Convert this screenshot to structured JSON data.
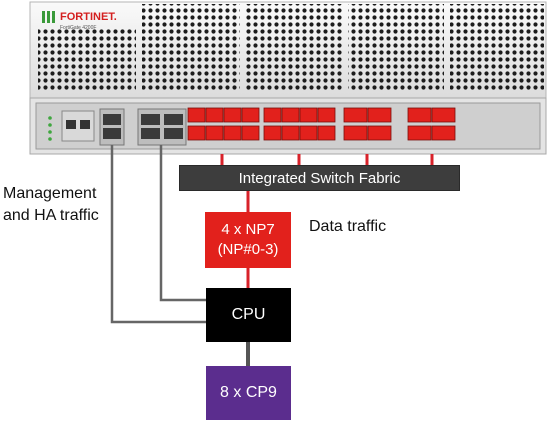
{
  "device": {
    "brand": "FORTINET.",
    "model": "FortiGate 4200F"
  },
  "blocks": {
    "switch_fabric": "Integrated Switch Fabric",
    "np7_line1": "4 x NP7",
    "np7_line2": "(NP#0-3)",
    "cpu": "CPU",
    "cp9": "8 x CP9"
  },
  "labels": {
    "mgmt_line1": "Management",
    "mgmt_line2": "and HA traffic",
    "data_traffic": "Data traffic"
  },
  "colors": {
    "np7": "#e2211c",
    "cpu": "#000000",
    "cp9": "#5b2d8e",
    "fabric": "#3d3d3d",
    "data_link": "#d8222a",
    "mgmt_link": "#666666"
  }
}
